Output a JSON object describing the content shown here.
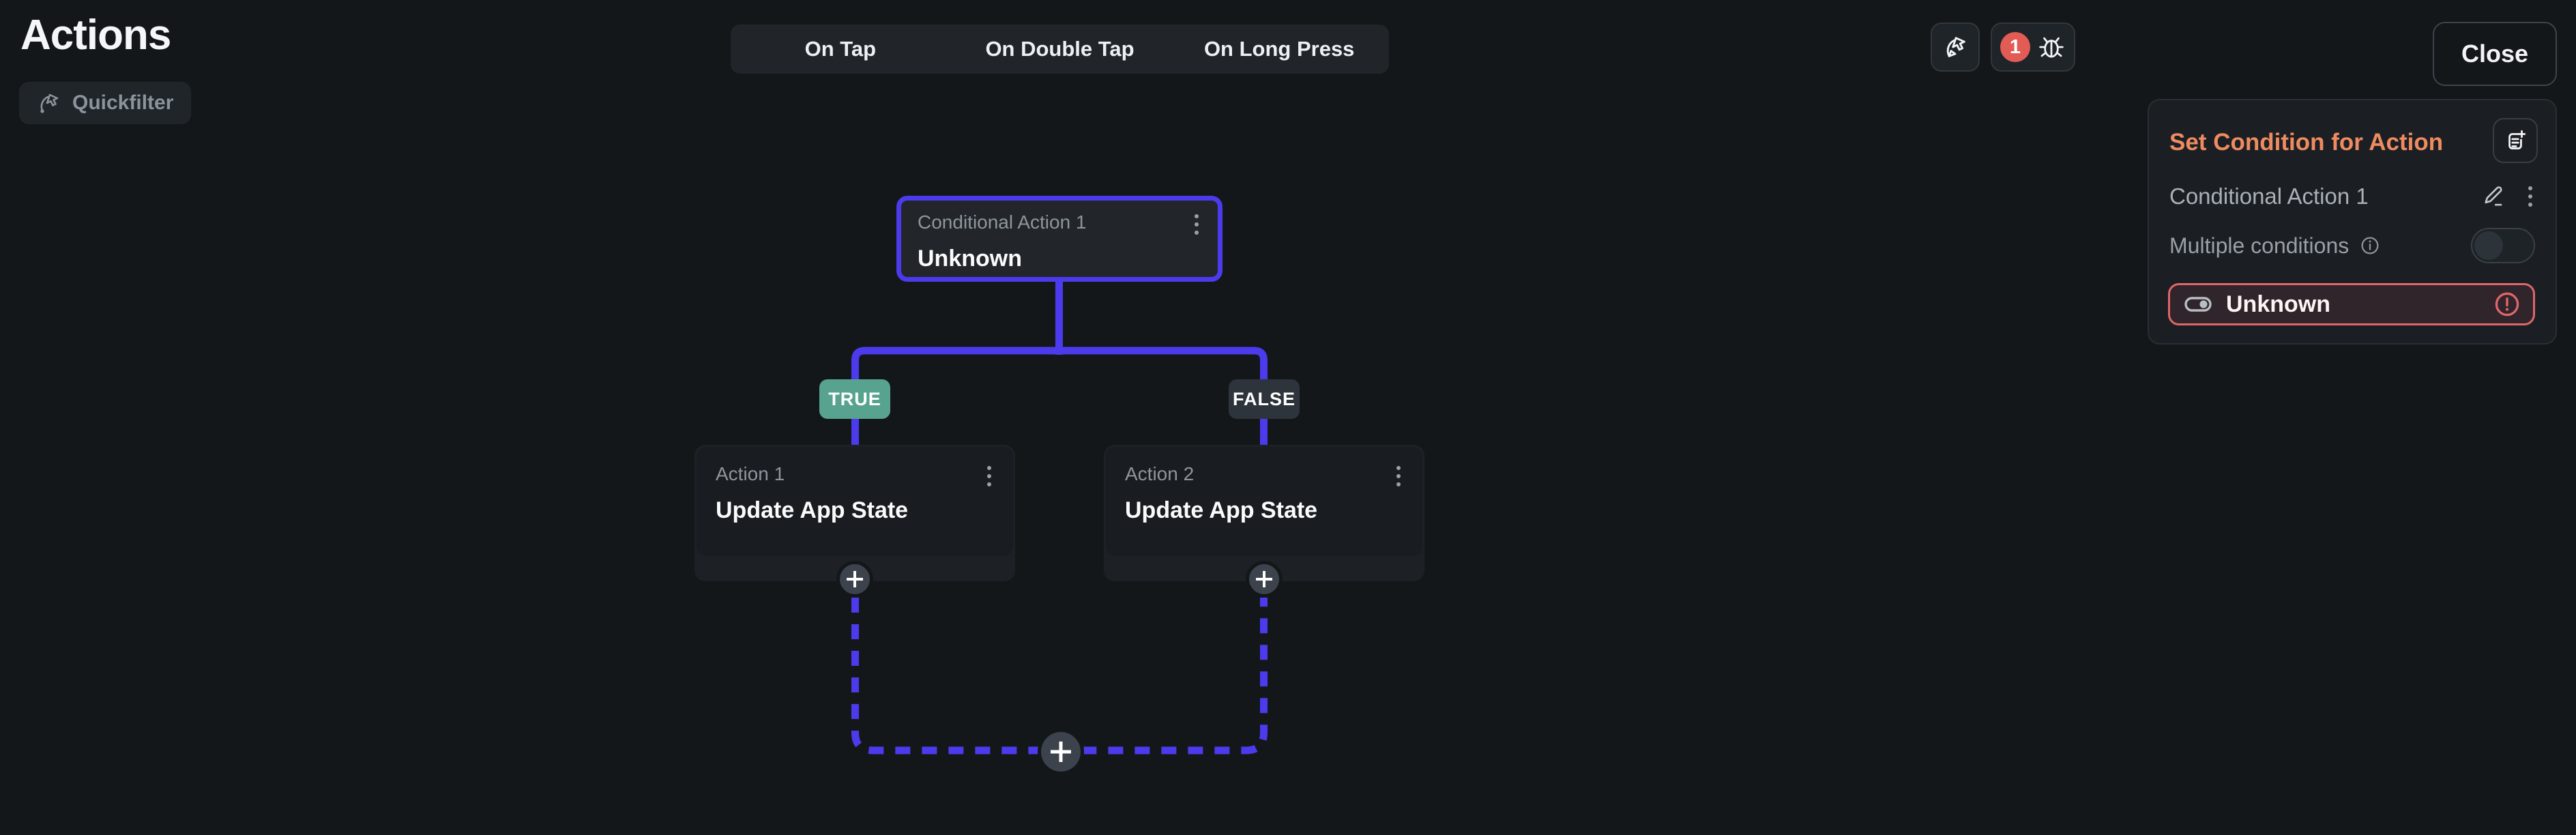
{
  "app": {
    "title": "Actions"
  },
  "toolbar": {
    "quickfilter": "Quickfilter",
    "debug_badge": "1",
    "close": "Close"
  },
  "tabs": {
    "items": [
      {
        "label": "On Tap"
      },
      {
        "label": "On Double Tap"
      },
      {
        "label": "On Long Press"
      }
    ]
  },
  "panel": {
    "title": "Set Condition for Action",
    "action_name": "Conditional Action 1",
    "multiple_conditions_label": "Multiple conditions",
    "multiple_conditions_enabled": false,
    "condition_value": "Unknown"
  },
  "flow": {
    "condition": {
      "title": "Conditional Action 1",
      "value": "Unknown"
    },
    "branches": {
      "true_label": "TRUE",
      "false_label": "FALSE"
    },
    "actions": [
      {
        "title": "Action 1",
        "value": "Update App State"
      },
      {
        "title": "Action 2",
        "value": "Update App State"
      }
    ]
  },
  "icons": {
    "quickfilter": "flow-cursor-icon",
    "flow_test": "flow-cursor-icon",
    "debug": "bug-icon",
    "panel_add": "add-note-icon",
    "edit": "pencil-icon",
    "more": "kebab-icon",
    "info": "info-icon",
    "error": "alert-circle-icon",
    "condition_value": "toggle-icon",
    "add": "plus-icon"
  },
  "colors": {
    "accent_purple": "#4c3aed",
    "true_teal": "#57a390",
    "false_gray": "#2e343b",
    "error_red": "#e0666c",
    "header_orange": "#ee8b60",
    "badge_red": "#e25c55",
    "background": "#14171a"
  }
}
